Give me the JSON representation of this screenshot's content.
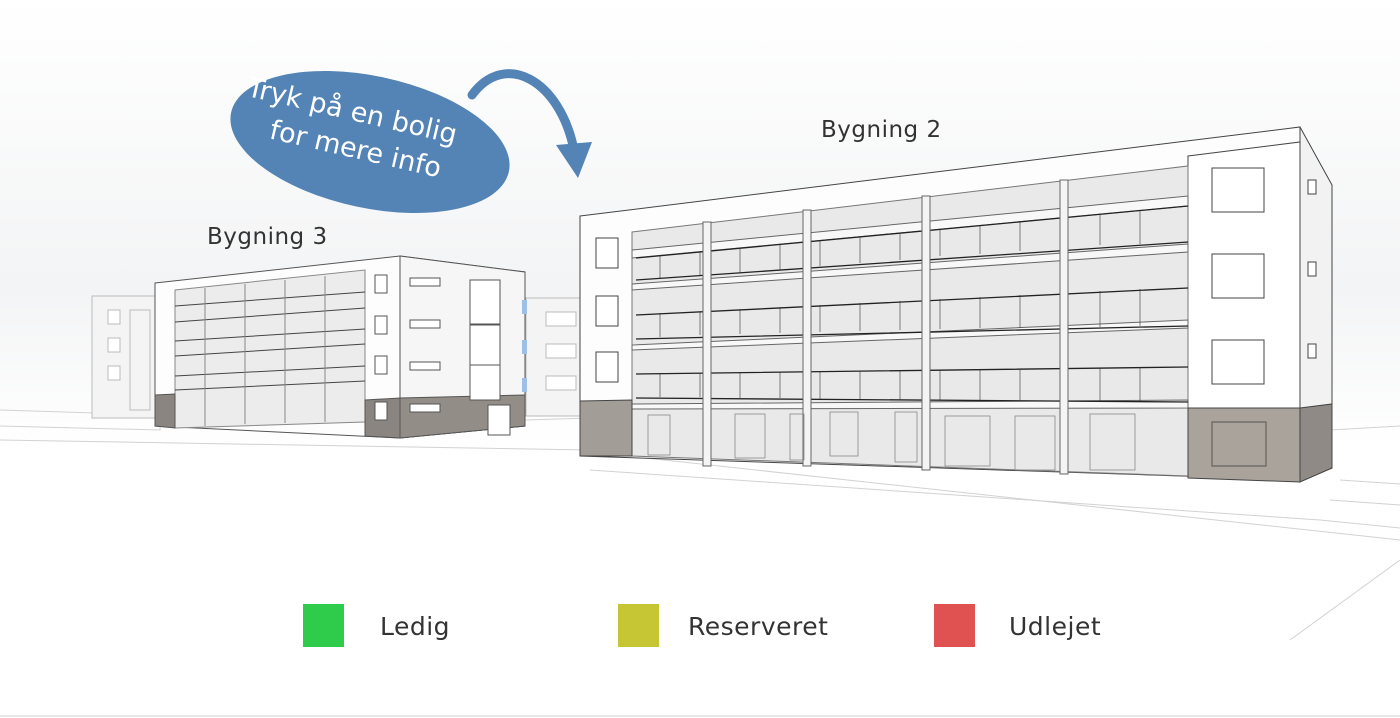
{
  "callout": {
    "line1": "Tryk på en bolig",
    "line2": "for mere info",
    "color": "#5384b5"
  },
  "buildings": [
    {
      "label": "Bygning 3"
    },
    {
      "label": "Bygning 2"
    }
  ],
  "legend": [
    {
      "label": "Ledig",
      "color": "#2ecc4a"
    },
    {
      "label": "Reserveret",
      "color": "#c6c533"
    },
    {
      "label": "Udlejet",
      "color": "#e05252"
    }
  ]
}
